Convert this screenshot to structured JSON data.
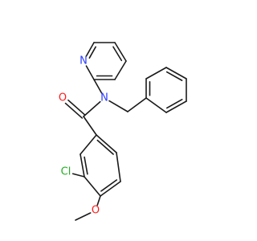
{
  "molecule": {
    "atoms": {
      "n_pyridine": {
        "label": "N",
        "color": "#2a3cff"
      },
      "n_amide": {
        "label": "N",
        "color": "#2a3cff"
      },
      "o_carbonyl": {
        "label": "O",
        "color": "#ff1a1a"
      },
      "cl": {
        "label": "Cl",
        "color": "#22b022"
      },
      "o_methoxy": {
        "label": "O",
        "color": "#ff1a1a"
      }
    },
    "bond_color": "#1a1a1a",
    "background": "#ffffff"
  }
}
